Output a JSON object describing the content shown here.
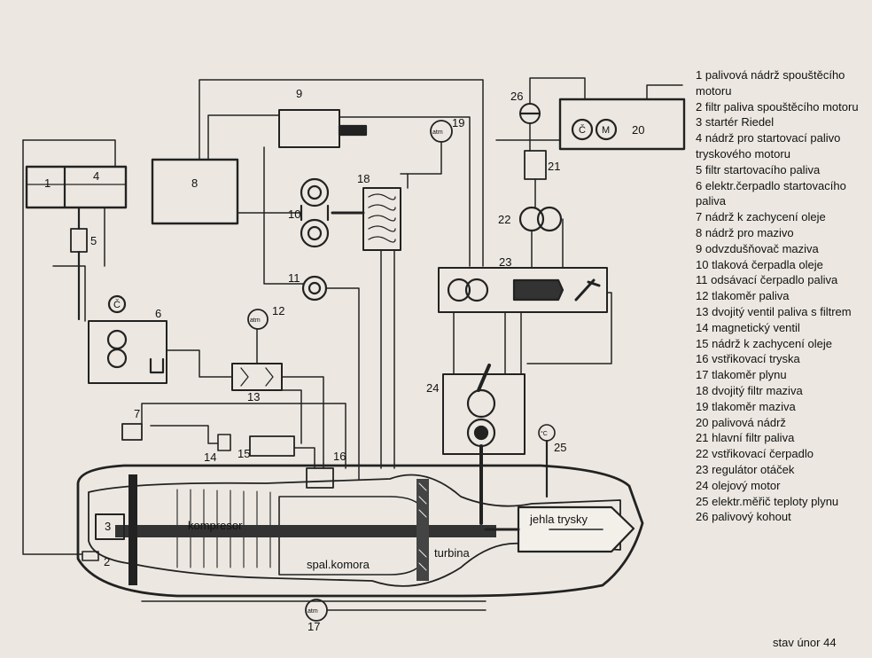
{
  "diagram": {
    "component_labels": {
      "c1": "1",
      "c2": "2",
      "c3": "3",
      "c4": "4",
      "c5": "5",
      "c6": "6",
      "c7": "7",
      "c8": "8",
      "c9": "9",
      "c10": "10",
      "c11": "11",
      "c12": "12",
      "c13": "13",
      "c14": "14",
      "c15": "15",
      "c16": "16",
      "c17": "17",
      "c18": "18",
      "c19": "19",
      "c20": "20",
      "c21": "21",
      "c22": "22",
      "c23": "23",
      "c24": "24",
      "c25": "25",
      "c26": "26"
    },
    "gauge_text": "atm",
    "thermo_text": "°C",
    "motor_c": "Č",
    "motor_m": "M",
    "section_labels": {
      "kompresor": "kompresor",
      "spal_komora": "spal.komora",
      "turbina": "turbina",
      "jehla_trysky": "jehla trysky"
    }
  },
  "legend": [
    {
      "num": "1",
      "text": "palivová nádrž spouštěcího motoru"
    },
    {
      "num": "2",
      "text": "filtr paliva spouštěcího motoru"
    },
    {
      "num": "3",
      "text": "startér Riedel"
    },
    {
      "num": "4",
      "text": "nádrž pro startovací palivo tryskového motoru"
    },
    {
      "num": "5",
      "text": "filtr startovacího paliva"
    },
    {
      "num": "6",
      "text": "elektr.čerpadlo startovacího paliva"
    },
    {
      "num": "7",
      "text": "nádrž k zachycení oleje"
    },
    {
      "num": "8",
      "text": "nádrž pro mazivo"
    },
    {
      "num": "9",
      "text": "odvzdušňovač maziva"
    },
    {
      "num": "10",
      "text": "tlaková čerpadla oleje"
    },
    {
      "num": "11",
      "text": "odsávací čerpadlo paliva"
    },
    {
      "num": "12",
      "text": "tlakoměr paliva"
    },
    {
      "num": "13",
      "text": "dvojitý ventil paliva s filtrem"
    },
    {
      "num": "14",
      "text": "magnetický ventil"
    },
    {
      "num": "15",
      "text": "nádrž k zachycení oleje"
    },
    {
      "num": "16",
      "text": "vstřikovací tryska"
    },
    {
      "num": "17",
      "text": "tlakoměr plynu"
    },
    {
      "num": "18",
      "text": "dvojitý filtr maziva"
    },
    {
      "num": "19",
      "text": "tlakoměr maziva"
    },
    {
      "num": "20",
      "text": "palivová nádrž"
    },
    {
      "num": "21",
      "text": "hlavní filtr paliva"
    },
    {
      "num": "22",
      "text": "vstřikovací čerpadlo"
    },
    {
      "num": "23",
      "text": "regulátor otáček"
    },
    {
      "num": "24",
      "text": "olejový motor"
    },
    {
      "num": "25",
      "text": "elektr.měřič teploty plynu"
    },
    {
      "num": "26",
      "text": "palivový kohout"
    }
  ],
  "footer": "stav únor 44"
}
